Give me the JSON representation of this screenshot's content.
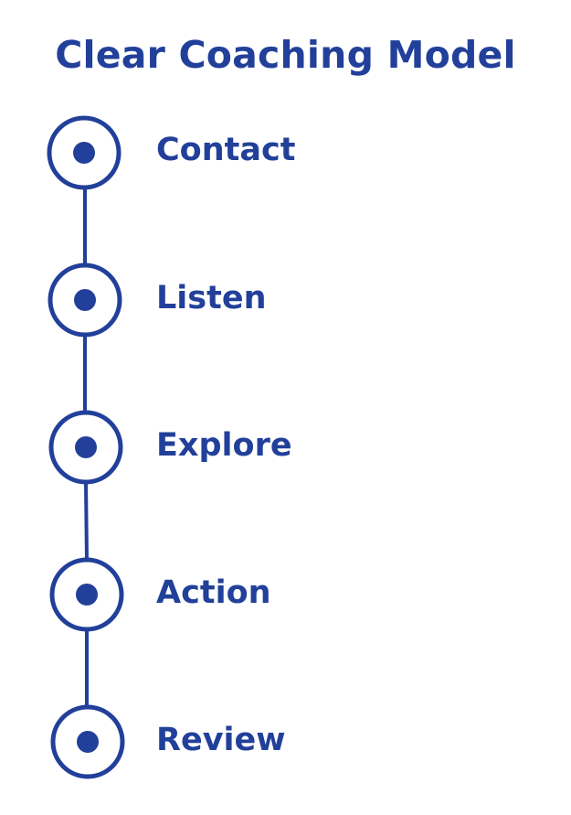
{
  "colors": {
    "primary": "#22409a",
    "background": "#ffffff"
  },
  "title": "Clear Coaching Model",
  "steps": [
    {
      "label": "Contact",
      "icon": "circle-dot-icon"
    },
    {
      "label": "Listen",
      "icon": "circle-dot-icon"
    },
    {
      "label": "Explore",
      "icon": "circle-dot-icon"
    },
    {
      "label": "Action",
      "icon": "circle-dot-icon"
    },
    {
      "label": "Review",
      "icon": "circle-dot-icon"
    }
  ]
}
